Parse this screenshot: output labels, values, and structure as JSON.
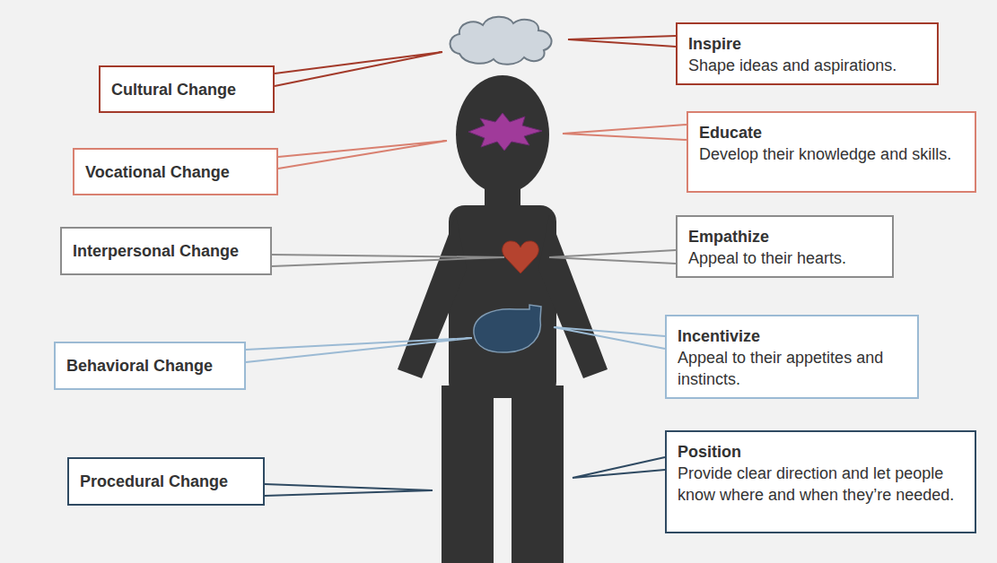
{
  "diagram": {
    "nodes": [
      {
        "text": [
          "Cultural Change"
        ]
      },
      {
        "text": [
          "Inspire",
          "Shape ideas and aspirations."
        ]
      },
      {
        "text": [
          "Vocational Change"
        ]
      },
      {
        "text": [
          "Educate",
          "Develop their knowledge and skills."
        ]
      },
      {
        "text": [
          "Interpersonal Change"
        ]
      },
      {
        "text": [
          "Empathize",
          "Appeal to their hearts."
        ]
      },
      {
        "text": [
          "Behavioral Change"
        ]
      },
      {
        "text": [
          "Incentivize",
          "Appeal to their appetites and instincts."
        ]
      },
      {
        "text": [
          "Procedural Change"
        ]
      },
      {
        "text": [
          "Position",
          "Provide clear direction and let people know where and when they’re needed."
        ]
      }
    ]
  }
}
